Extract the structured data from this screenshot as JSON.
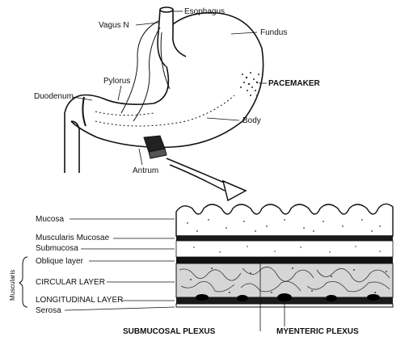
{
  "stomage_labels": {
    "vagus": "Vagus N",
    "esophagus": "Esophagus",
    "fundus": "Fundus",
    "pylorus": "Pylorus",
    "duodenum": "Duodenum",
    "pacemaker": "PACEMAKER",
    "body": "Body",
    "antrum": "Antrum"
  },
  "wall_labels": {
    "mucosa": "Mucosa",
    "muscularis_mucosae": "Muscularis Mucosae",
    "submucosa": "Submucosa",
    "oblique": "Oblique layer",
    "circular": "CIRCULAR LAYER",
    "longitudinal": "LONGITUDINAL LAYER",
    "serosa": "Serosa",
    "muscularis": "Muscularis"
  },
  "plexus_labels": {
    "submucosal": "SUBMUCOSAL PLEXUS",
    "myenteric": "MYENTERIC PLEXUS"
  },
  "colors": {
    "ink": "#111111",
    "paper": "#ffffff",
    "stipple": "#2a2a2a"
  }
}
